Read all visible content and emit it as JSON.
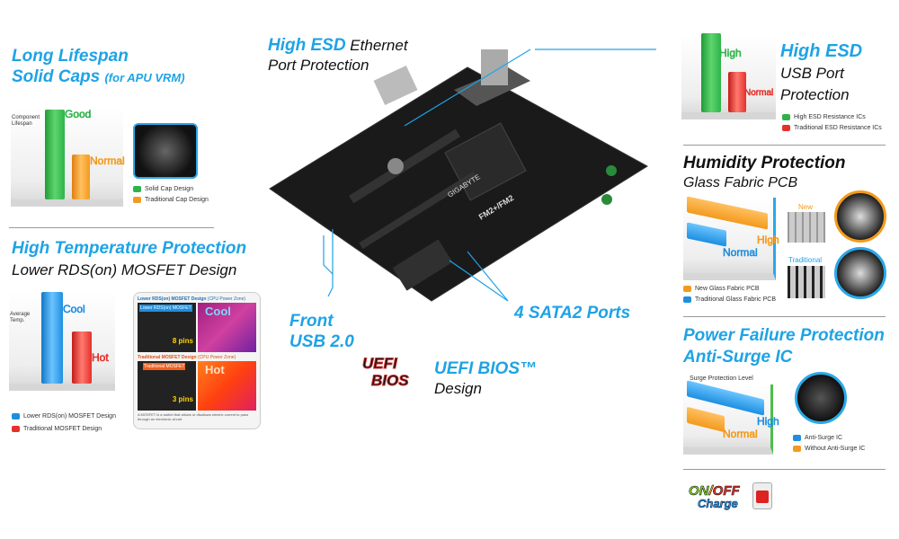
{
  "left_top": {
    "title_line1": "Long Lifespan",
    "title_line2": "Solid Caps",
    "title_suffix": "(for APU VRM)",
    "axis_label": "Component Lifespan",
    "bar_high_label": "Good",
    "bar_low_label": "Normal",
    "legend": [
      "Solid Cap Design",
      "Traditional Cap Design"
    ],
    "colors": {
      "high": "#2db34a",
      "low": "#f39a1e"
    }
  },
  "left_bottom": {
    "title": "High Temperature Protection",
    "subtitle": "Lower RDS(on) MOSFET Design",
    "axis_label": "Average Temp.",
    "bar_high_label": "Cool",
    "bar_low_label": "Hot",
    "legend": [
      "Lower RDS(on) MOSFET Design",
      "Traditional MOSFET Design"
    ],
    "colors": {
      "high": "#1e8fe0",
      "low": "#e4312b"
    },
    "thermal_panel": {
      "top_title": "Lower RDS(on) MOSFET Design",
      "top_zone": "(CPU Power Zone)",
      "top_tag": "Lower RDS(on) MOSFET",
      "top_pins": "8 pins",
      "top_word": "Cool",
      "bottom_title": "Traditional MOSFET Design",
      "bottom_zone": "(CPU Power Zone)",
      "bottom_tag": "Traditional MOSFET",
      "bottom_pins": "3 pins",
      "bottom_word": "Hot",
      "footnote": "A MOSFET is a switch that allows or disallows electric current to pass through an electronic circuit."
    }
  },
  "center": {
    "ethernet_bold": "High ESD",
    "ethernet_rest": "Ethernet",
    "ethernet_line2": "Port Protection",
    "front_usb_line1": "Front",
    "front_usb_line2": "USB 2.0",
    "sata": "4 SATA2 Ports",
    "uefi_logo_line1": "UEFI",
    "uefi_logo_line2": "BIOS",
    "uefi_title": "UEFI BIOS™",
    "uefi_sub": "Design",
    "board_brand": "GIGABYTE",
    "board_socket": "FM2+/FM2"
  },
  "right_top": {
    "title": "High ESD",
    "line2": "USB Port",
    "line3": "Protection",
    "bar_high_label": "High",
    "bar_low_label": "Normal",
    "legend": [
      "High ESD Resistance ICs",
      "Traditional ESD Resistance ICs"
    ],
    "colors": {
      "high": "#2db34a",
      "low": "#e4312b"
    }
  },
  "right_mid": {
    "title": "Humidity Protection",
    "subtitle": "Glass Fabric PCB",
    "bar_high_label": "High",
    "bar_low_label": "Normal",
    "new_label": "New",
    "traditional_label": "Traditional",
    "legend": [
      "New Glass Fabric PCB",
      "Traditional Glass Fabric PCB"
    ],
    "colors": {
      "high": "#f39a1e",
      "low": "#1e8fe0"
    }
  },
  "right_bottom": {
    "title": "Power Failure Protection",
    "subtitle": "Anti-Surge IC",
    "axis_label": "Surge Protection Level",
    "bar_high_label": "High",
    "bar_low_label": "Normal",
    "legend": [
      "Anti-Surge IC",
      "Without Anti-Surge IC"
    ],
    "colors": {
      "high": "#1e8fe0",
      "low": "#f39a1e"
    }
  },
  "onoff": {
    "line1_on": "ON",
    "line1_off": "OFF",
    "line2": "Charge"
  }
}
